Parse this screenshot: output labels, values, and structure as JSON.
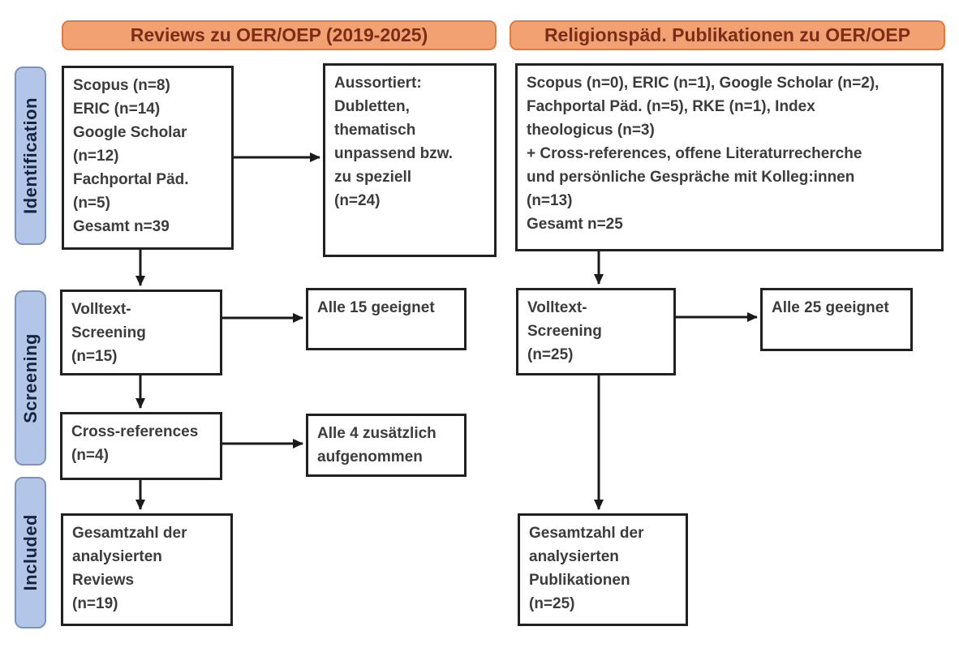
{
  "headers": {
    "left": "Reviews zu OER/OEP (2019-2025)",
    "right": "Religionspäd. Publikationen zu OER/OEP"
  },
  "stages": {
    "identification": "Identification",
    "screening": "Screening",
    "included": "Included"
  },
  "left_flow": {
    "sources": "Scopus (n=8)\nERIC (n=14)\nGoogle Scholar\n(n=12)\nFachportal Päd.\n(n=5)\nGesamt n=39",
    "excluded": "Aussortiert:\nDubletten,\nthematisch\nunpassend bzw.\nzu speziell\n(n=24)",
    "fulltext_screening": "Volltext-\nScreening\n(n=15)",
    "fulltext_result": "Alle 15 geeignet",
    "cross_references": "Cross-references\n(n=4)",
    "cross_references_result": "Alle 4 zusätzlich\naufgenommen",
    "included_total": "Gesamtzahl der\nanalysierten\nReviews\n(n=19)"
  },
  "right_flow": {
    "sources": "Scopus (n=0), ERIC (n=1), Google Scholar (n=2),\nFachportal Päd. (n=5), RKE (n=1), Index\ntheologicus (n=3)\n+ Cross-references, offene Literaturrecherche\nund persönliche Gespräche mit Kolleg:innen\n(n=13)\nGesamt n=25",
    "fulltext_screening": "Volltext-\nScreening\n(n=25)",
    "fulltext_result": "Alle 25 geeignet",
    "included_total": "Gesamtzahl der\nanalysierten\nPublikationen\n(n=25)"
  },
  "colors": {
    "page_bg": "#ffffff",
    "header_fill": "#f1a172",
    "header_border": "#df7b40",
    "header_text": "#7a2e17",
    "stage_fill": "#b3c6e7",
    "stage_border": "#7e92bd",
    "stage_text": "#16243e",
    "box_border": "#212121",
    "box_text": "#3c3c3c",
    "arrow": "#1a1a1a"
  }
}
